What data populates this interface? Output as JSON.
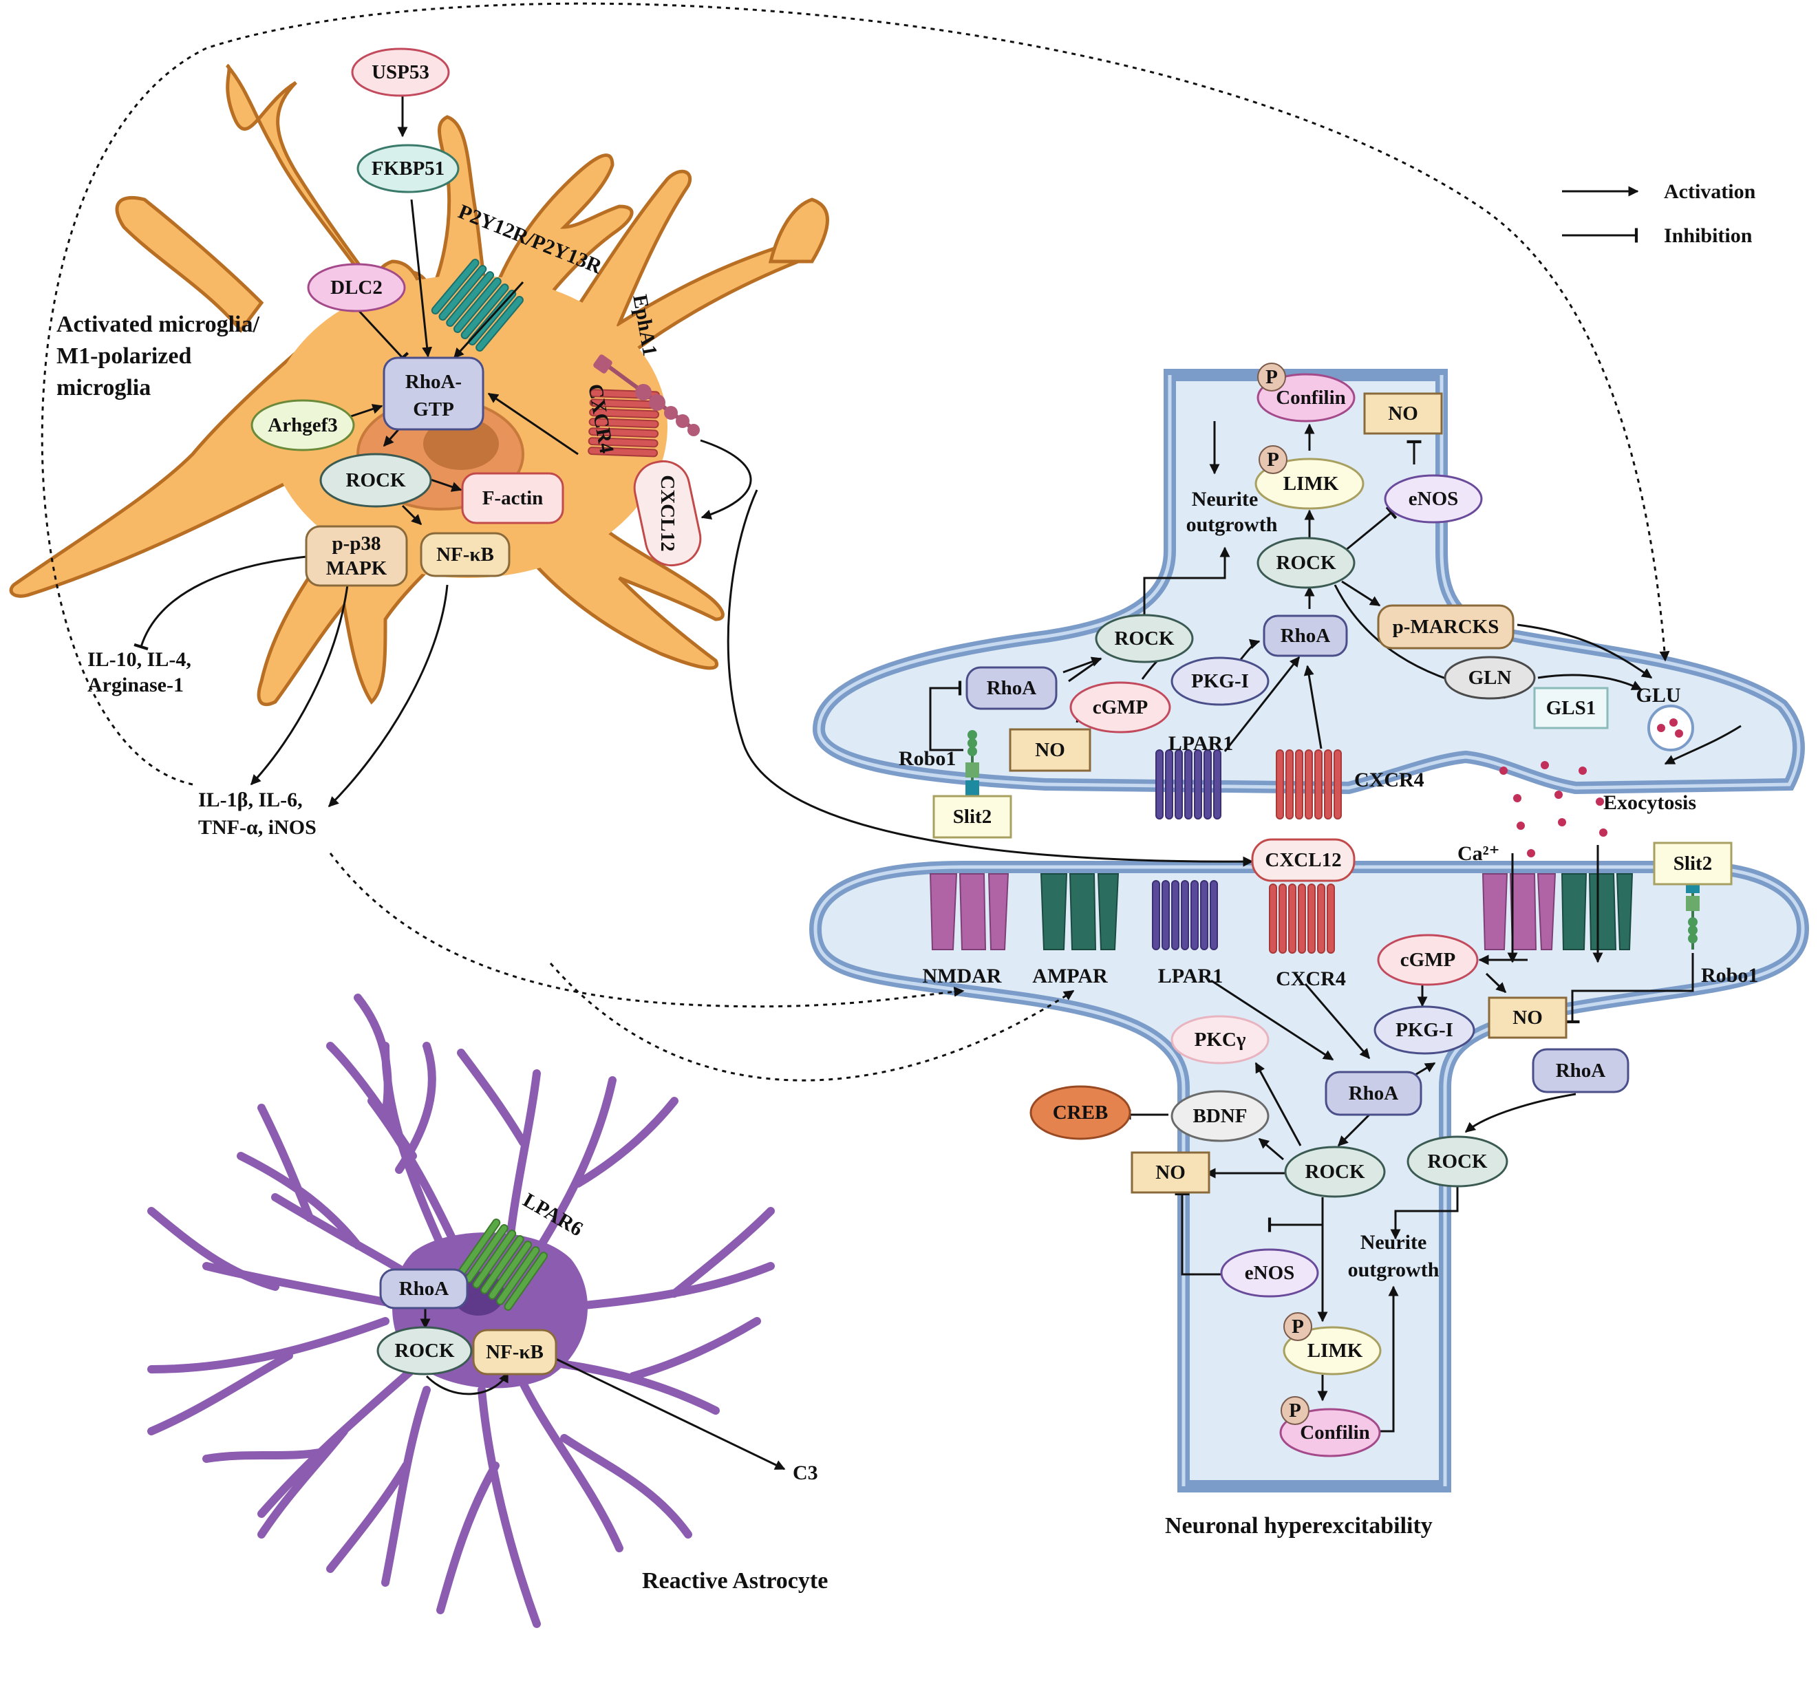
{
  "legend": {
    "activation": "Activation",
    "inhibition": "Inhibition"
  },
  "titles": {
    "microglia_line1": "Activated microglia/",
    "microglia_line2": "M1-polarized",
    "microglia_line3": "microglia",
    "astrocyte": "Reactive Astrocyte",
    "neuron": "Neuronal hyperexcitability"
  },
  "microglia": {
    "usp53": "USP53",
    "fkbp51": "FKBP51",
    "dlc2": "DLC2",
    "rhoa_gtp_line1": "RhoA-",
    "rhoa_gtp_line2": "GTP",
    "arhgef3": "Arhgef3",
    "rock": "ROCK",
    "factin": "F-actin",
    "pp38_line1": "p-p38",
    "pp38_line2": "MAPK",
    "nfkb": "NF-κB",
    "p2y": "P2Y12R/P2Y13R",
    "epha1": "EphA1",
    "cxcr4": "CXCR4",
    "cxcl12": "CXCL12",
    "il10_line1": "IL-10, IL-4,",
    "il10_line2": "Arginase-1",
    "il1b_line1": "IL-1β, IL-6,",
    "il1b_line2": "TNF-α, iNOS"
  },
  "astrocyte": {
    "lpar6": "LPAR6",
    "rhoa": "RhoA",
    "rock": "ROCK",
    "nfkb": "NF-κB",
    "c3": "C3"
  },
  "presynaptic": {
    "p": "P",
    "confilin": "Confilin",
    "no_top": "NO",
    "limk": "LIMK",
    "neurite_line1": "Neurite",
    "neurite_line2": "outgrowth",
    "enos": "eNOS",
    "rock": "ROCK",
    "rock2": "ROCK",
    "rhoa": "RhoA",
    "rhoa2": "RhoA",
    "pmarcks": "p-MARCKS",
    "pkgi": "PKG-I",
    "cgmp": "cGMP",
    "gln": "GLN",
    "gls1": "GLS1",
    "glu": "GLU",
    "no": "NO",
    "lpar1": "LPAR1",
    "cxcr4": "CXCR4",
    "robo1": "Robo1",
    "slit2": "Slit2",
    "exocytosis": "Exocytosis"
  },
  "synapse": {
    "cxcl12": "CXCL12",
    "ca": "Ca²⁺",
    "slit2": "Slit2"
  },
  "postsynaptic": {
    "nmdar": "NMDAR",
    "ampar": "AMPAR",
    "lpar1": "LPAR1",
    "cxcr4": "CXCR4",
    "cgmp": "cGMP",
    "pkgi": "PKG-I",
    "no_right": "NO",
    "robo1": "Robo1",
    "pkcg": "PKCγ",
    "rhoa": "RhoA",
    "rhoa_right": "RhoA",
    "creb": "CREB",
    "bdnf": "BDNF",
    "rock": "ROCK",
    "rock_right": "ROCK",
    "no_left": "NO",
    "enos": "eNOS",
    "neurite_line1": "Neurite",
    "neurite_line2": "outgrowth",
    "p": "P",
    "limk": "LIMK",
    "confilin": "Confilin"
  },
  "colors": {
    "microglia_fill": "#f8b966",
    "microglia_stroke": "#b86f24",
    "astrocyte": "#8c5cb0",
    "neuron_fill": "#deebf7",
    "membrane": "#7b9cc8",
    "cxcr4": "#d45555",
    "lpar1": "#5a4a9a",
    "lpar6": "#5aa845",
    "p2y": "#2a9a92",
    "nmdar": "#b064a6",
    "ampar": "#2b6e60",
    "creb": "#e4834e"
  }
}
